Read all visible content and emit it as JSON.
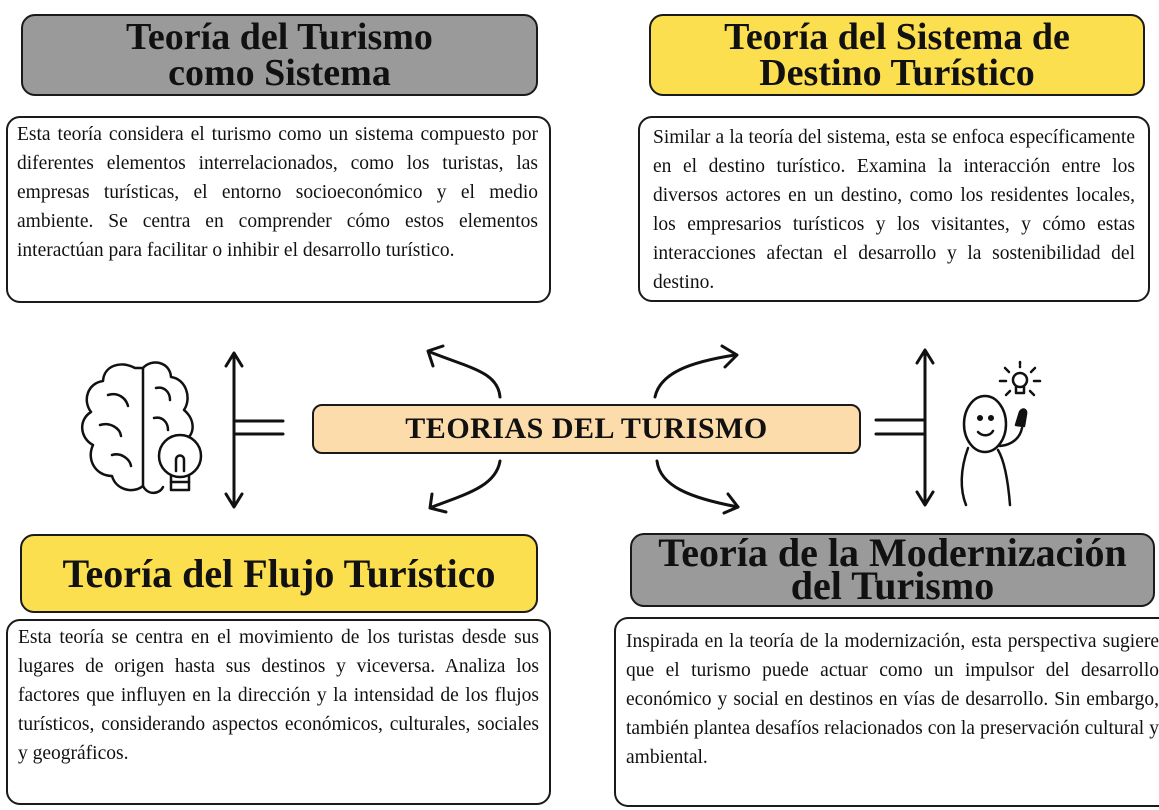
{
  "center": {
    "label": "TEORIAS DEL TURISMO"
  },
  "cards": {
    "sistema": {
      "title_line1": "Teoría del Turismo",
      "title_line2": "como Sistema",
      "text": "Esta teoría considera el turismo como un sistema compuesto por diferentes elementos interrelacionados, como los turistas, las empresas turísticas, el entorno socioeconómico y el medio ambiente. Se centra en comprender cómo estos elementos interactúan para facilitar o inhibir el desarrollo turístico."
    },
    "destino": {
      "title_line1": "Teoría del Sistema de",
      "title_line2": "Destino Turístico",
      "text": "Similar a la teoría del sistema, esta se enfoca específicamente en el destino turístico. Examina la interacción entre los diversos actores en un destino, como los residentes locales, los empresarios turísticos y los visitantes, y cómo estas interacciones afectan el desarrollo y la sostenibilidad del destino."
    },
    "flujo": {
      "title": "Teoría del Flujo Turístico",
      "text": "Esta teoría se centra en el movimiento de los turistas desde sus lugares de origen hasta sus destinos y viceversa. Analiza los factores que influyen en la dirección y la intensidad de los flujos turísticos, considerando aspectos económicos, culturales, sociales y geográficos."
    },
    "modernizacion": {
      "title_line1": "Teoría de la Modernización",
      "title_line2": "del Turismo",
      "text": "Inspirada en la teoría de la modernización, esta perspectiva sugiere que el turismo puede actuar como un impulsor del desarrollo económico y social en destinos en vías de desarrollo. Sin embargo, también plantea desafíos relacionados con la preservación cultural y ambiental."
    }
  },
  "colors": {
    "gray_header": "#9a9a9a",
    "yellow_header": "#fbdf4f",
    "center_fill": "#fbdcaa"
  },
  "icons": [
    "brain-lightbulb-icon",
    "person-idea-icon"
  ]
}
